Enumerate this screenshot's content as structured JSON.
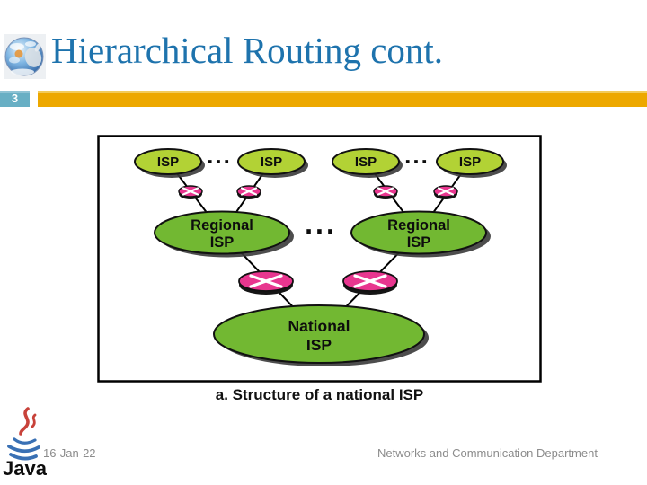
{
  "slide": {
    "title": "Hierarchical Routing cont.",
    "page_number": "3"
  },
  "figure": {
    "caption": "a. Structure of a national ISP",
    "labels": {
      "isp": "ISP",
      "regional_line1": "Regional",
      "regional_line2": "ISP",
      "national_line1": "National",
      "national_line2": "ISP",
      "ellipsis": "..."
    },
    "colors": {
      "access_isp_fill": "#B2D235",
      "regional_isp_fill": "#72B832",
      "national_isp_fill": "#72B832",
      "router_fill": "#E8368F",
      "line_color": "#000000"
    }
  },
  "footer": {
    "date": "16-Jan-22",
    "department": "Networks and Communication Department",
    "logo_text": "Java"
  },
  "theme": {
    "title_color": "#1E73AD",
    "accent_bar_color": "#EDA800",
    "page_badge_color": "#68AFC4"
  },
  "icons": {
    "header_logo": "globe-icon",
    "footer_logo": "java-coffee-logo"
  }
}
